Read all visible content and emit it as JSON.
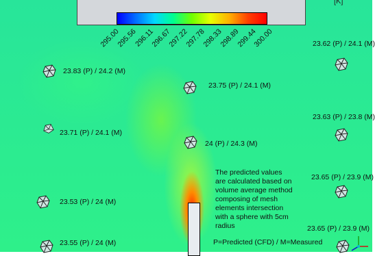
{
  "legend": {
    "unit": "[K]",
    "ticks": [
      "295.00",
      "295.56",
      "296.11",
      "296.67",
      "297.22",
      "297.78",
      "298.33",
      "298.89",
      "299.44",
      "300.00"
    ],
    "colors": [
      "#0000ff",
      "#00d8ff",
      "#00ff90",
      "#e8ff00",
      "#ff4000",
      "#ff0000"
    ]
  },
  "sensors": [
    "23.83 (P) / 24.2 (M)",
    "23.75 (P) / 24.1 (M)",
    "23.62 (P) / 24.1 (M)",
    "23.71 (P) / 24.1 (M)",
    "24 (P) / 24.3 (M)",
    "23.63 (P) / 23.8 (M)",
    "23.53 (P) / 24 (M)",
    "23.65 (P) / 23.9 (M)",
    "23.55 (P) / 24 (M)",
    "23.65 (P) / 23.9 (M)"
  ],
  "note": {
    "lines": [
      "The predicted values",
      "are calculated based on",
      "volume average method",
      "composing of mesh",
      "elements intersection",
      "with a sphere with 5cm",
      "radius"
    ],
    "abbreviations": "P=Predicted (CFD) / M=Measured"
  }
}
